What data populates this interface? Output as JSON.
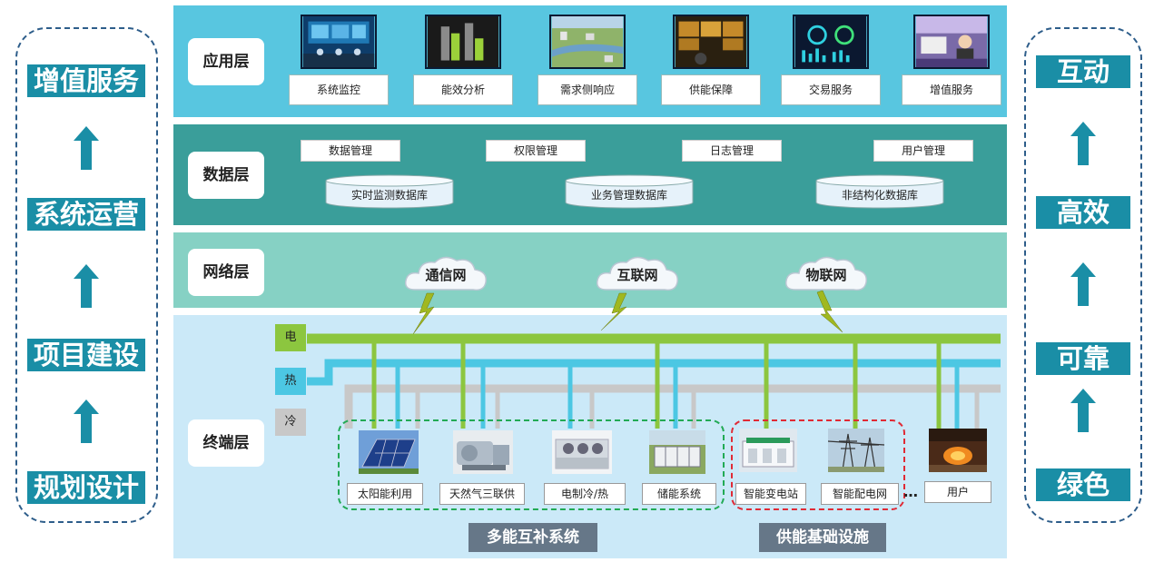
{
  "left_column": {
    "items": [
      "增值服务",
      "系统运营",
      "项目建设",
      "规划设计"
    ]
  },
  "right_column": {
    "items": [
      "互动",
      "高效",
      "可靠",
      "绿色"
    ]
  },
  "application_layer": {
    "title": "应用层",
    "apps": [
      {
        "label": "系统监控",
        "icon": "control-room-image"
      },
      {
        "label": "能效分析",
        "icon": "bar-chart-image"
      },
      {
        "label": "需求侧响应",
        "icon": "city-aerial-image"
      },
      {
        "label": "供能保障",
        "icon": "monitor-wall-image"
      },
      {
        "label": "交易服务",
        "icon": "dashboard-image"
      },
      {
        "label": "增值服务",
        "icon": "service-desk-image"
      }
    ]
  },
  "data_layer": {
    "title": "数据层",
    "management": [
      "数据管理",
      "权限管理",
      "日志管理",
      "用户管理"
    ],
    "databases": [
      "实时监测数据库",
      "业务管理数据库",
      "非结构化数据库"
    ]
  },
  "network_layer": {
    "title": "网络层",
    "networks": [
      "通信网",
      "互联网",
      "物联网"
    ]
  },
  "terminal_layer": {
    "title": "终端层",
    "energy_lines": [
      {
        "label": "电",
        "color": "#8cc63f"
      },
      {
        "label": "热",
        "color": "#4cc7e3"
      },
      {
        "label": "冷",
        "color": "#c8c8c8"
      }
    ],
    "devices": [
      {
        "label": "太阳能利用",
        "icon": "solar-panel-icon"
      },
      {
        "label": "天然气三联供",
        "icon": "gas-turbine-icon"
      },
      {
        "label": "电制冷/热",
        "icon": "chiller-icon"
      },
      {
        "label": "储能系统",
        "icon": "energy-storage-icon"
      },
      {
        "label": "智能变电站",
        "icon": "substation-icon"
      },
      {
        "label": "智能配电网",
        "icon": "power-tower-icon"
      },
      {
        "label": "用户",
        "icon": "factory-icon"
      }
    ],
    "ellipsis": "…",
    "groups": [
      "多能互补系统",
      "供能基础设施"
    ]
  },
  "colors": {
    "application_bg": "#58c6e0",
    "data_bg": "#3a9e9a",
    "network_bg": "#86d1c4",
    "terminal_bg": "#cbe9f8",
    "side_label_bg": "#1a8ea6",
    "green_dash": "#22aa55",
    "red_dash": "#e02a35"
  }
}
